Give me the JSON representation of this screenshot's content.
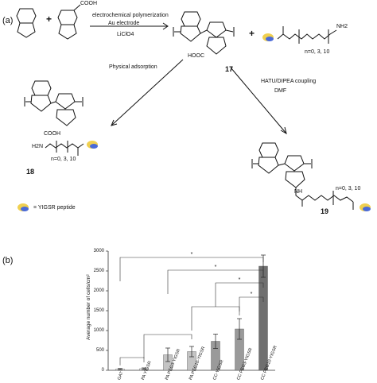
{
  "panels": {
    "a_label": "(a)",
    "b_label": "(b)"
  },
  "scheme": {
    "cooh": "COOH",
    "plus1": "+",
    "plus2": "+",
    "reaction_top_line1": "electrochemical polymerization",
    "reaction_top_line2": "Au electrode",
    "reaction_top_line3": "LiClO4",
    "compound_17": "17",
    "hooc_17": "HOOC",
    "nh2_reagent": "NH2",
    "n_reagent": "n=0, 3, 10",
    "physical_adsorption": "Physical adsorption",
    "coupling_line1": "HATU/DIPEA coupling",
    "coupling_line2": "DMF",
    "compound_18": "18",
    "cooh_18": "COOH",
    "h2n_18": "H2N",
    "n_18": "n=0, 3, 10",
    "compound_19": "19",
    "nh_19": "NH",
    "n_19": "n=0, 3, 10",
    "legend_yigsr": "= YIGSR peptide"
  },
  "chart_data": {
    "type": "bar",
    "ylabel": "Average number of cells/cm²",
    "ylim": [
      0,
      3000
    ],
    "yticks": [
      "0",
      "500",
      "1000",
      "1500",
      "2000",
      "2500",
      "3000"
    ],
    "categories": [
      "GAT",
      "PA YIGSR",
      "PA PEG3-YIGSR",
      "PA PEG10-YIGSR",
      "CC-YIGSR",
      "CC PEG3-YIGSR",
      "CC PEG10-YIGSR"
    ],
    "values": [
      30,
      40,
      390,
      470,
      730,
      1040,
      2620
    ],
    "errors": [
      15,
      20,
      170,
      130,
      180,
      260,
      280
    ],
    "colors": [
      "#e6e6e6",
      "#e6e6e6",
      "#c4c4c4",
      "#c4c4c4",
      "#9a9a9a",
      "#9a9a9a",
      "#6f6f6f"
    ],
    "significance": "*"
  }
}
